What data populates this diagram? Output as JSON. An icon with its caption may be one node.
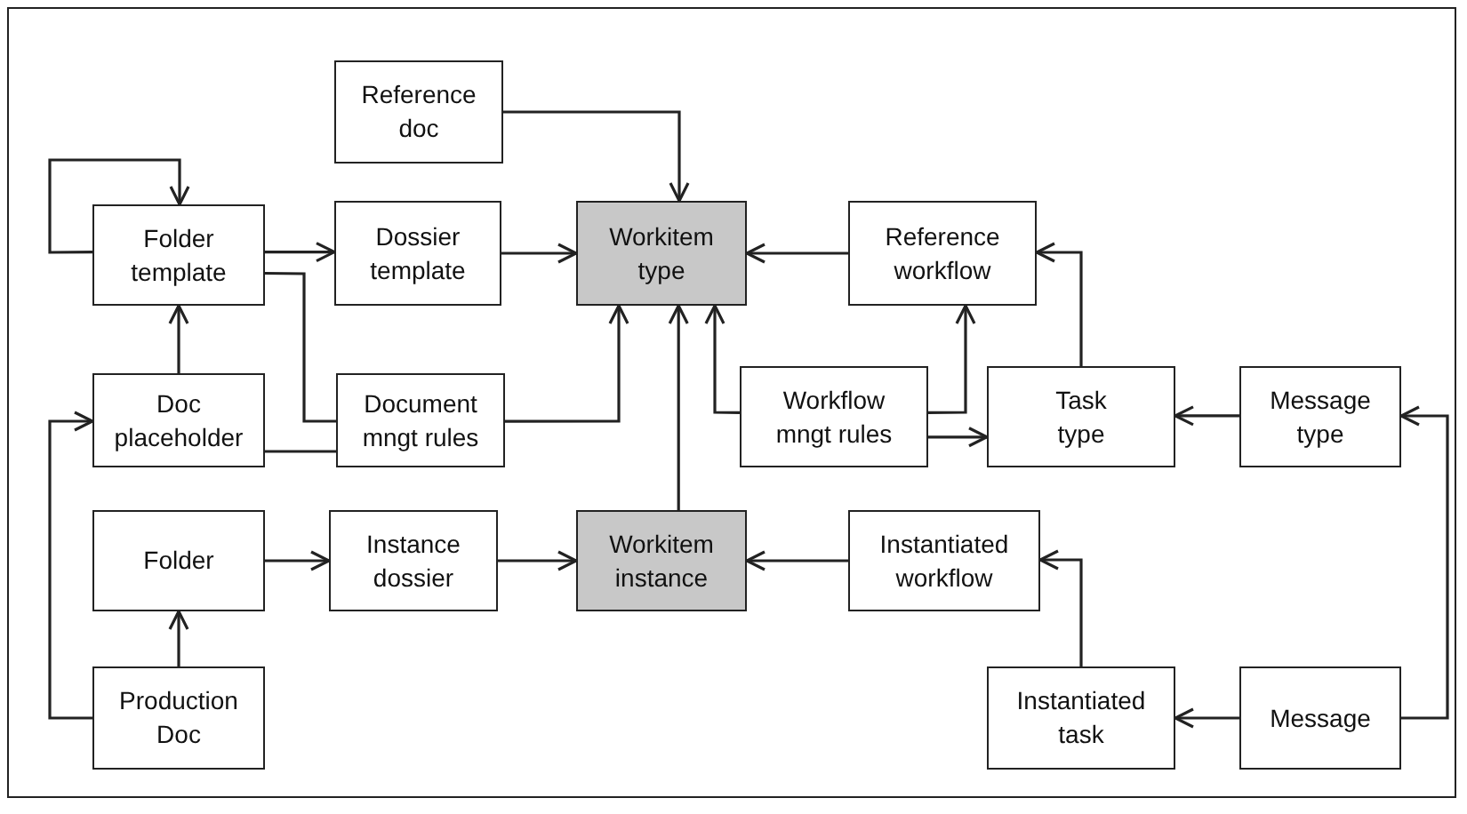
{
  "diagram": {
    "nodes": [
      {
        "text": [
          "Reference doc"
        ]
      },
      {
        "text": [
          "Folder template"
        ]
      },
      {
        "text": [
          "Dossier template"
        ]
      },
      {
        "text": [
          "Workitem type"
        ]
      },
      {
        "text": [
          "Reference workflow"
        ]
      },
      {
        "text": [
          "Doc placeholder"
        ]
      },
      {
        "text": [
          "Document mngt rules"
        ]
      },
      {
        "text": [
          "Workflow mngt rules"
        ]
      },
      {
        "text": [
          "Task type"
        ]
      },
      {
        "text": [
          "Message type"
        ]
      },
      {
        "text": [
          "Folder"
        ]
      },
      {
        "text": [
          "Instance dossier"
        ]
      },
      {
        "text": [
          "Workitem instance"
        ]
      },
      {
        "text": [
          "Instantiated workflow"
        ]
      },
      {
        "text": [
          "Production Doc"
        ]
      },
      {
        "text": [
          "Instantiated task"
        ]
      },
      {
        "text": [
          "Message"
        ]
      }
    ],
    "edges": [
      {
        "from": 0,
        "to": 3,
        "arrow": "to"
      },
      {
        "from": 1,
        "to": 1,
        "arrow": "to"
      },
      {
        "from": 1,
        "to": 2,
        "arrow": "to"
      },
      {
        "from": 2,
        "to": 3,
        "arrow": "to"
      },
      {
        "from": 4,
        "to": 3,
        "arrow": "to"
      },
      {
        "from": 1,
        "to": 6,
        "arrow": "none"
      },
      {
        "from": 5,
        "to": 1,
        "arrow": "to"
      },
      {
        "from": 5,
        "to": 6,
        "arrow": "none"
      },
      {
        "from": 6,
        "to": 3,
        "arrow": "to"
      },
      {
        "from": 7,
        "to": 3,
        "arrow": "to"
      },
      {
        "from": 7,
        "to": 4,
        "arrow": "to"
      },
      {
        "from": 8,
        "to": 4,
        "arrow": "to"
      },
      {
        "from": 7,
        "to": 8,
        "arrow": "to"
      },
      {
        "from": 9,
        "to": 8,
        "arrow": "to"
      },
      {
        "from": 12,
        "to": 3,
        "arrow": "to"
      },
      {
        "from": 10,
        "to": 11,
        "arrow": "to"
      },
      {
        "from": 11,
        "to": 12,
        "arrow": "to"
      },
      {
        "from": 13,
        "to": 12,
        "arrow": "to"
      },
      {
        "from": 14,
        "to": 10,
        "arrow": "to"
      },
      {
        "from": 14,
        "to": 5,
        "arrow": "to"
      },
      {
        "from": 15,
        "to": 13,
        "arrow": "to"
      },
      {
        "from": 16,
        "to": 15,
        "arrow": "to"
      },
      {
        "from": 16,
        "to": 9,
        "arrow": "to"
      }
    ]
  }
}
